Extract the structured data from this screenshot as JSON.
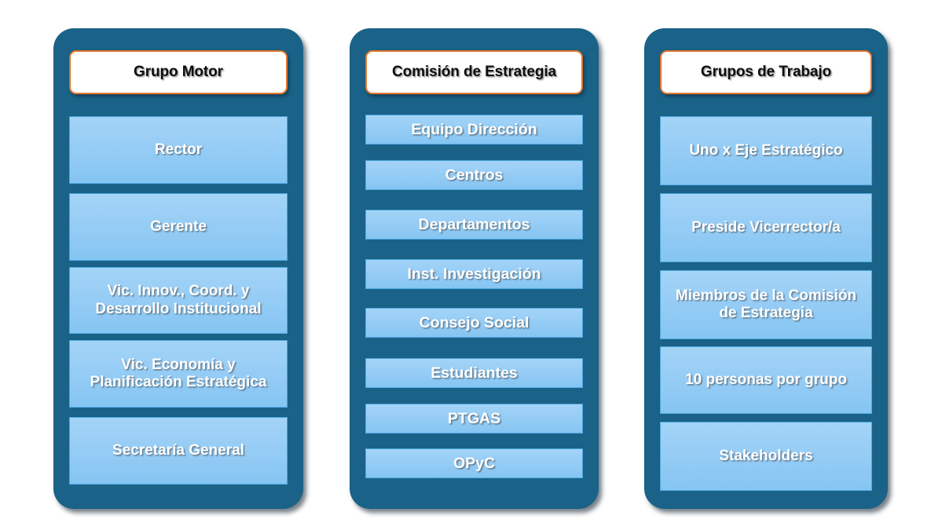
{
  "diagram": {
    "type": "three-column-grouping",
    "background_color": "#FFFFFF",
    "panel_color": "#1A6287",
    "item_fill_top": "#A3D4F7",
    "item_fill_bottom": "#85C5F2",
    "item_border_color": "#4FA8E2",
    "header_border_color": "#E2762C",
    "header_fill": "#FFFFFF",
    "header_text_color": "#0D0D0D",
    "item_text_color": "#FFFFFF"
  },
  "columns": [
    {
      "id": "grupo-motor",
      "header": "Grupo Motor",
      "items": [
        {
          "label": "Rector"
        },
        {
          "label": "Gerente"
        },
        {
          "label": "Vic. Innov., Coord. y Desarrollo Institucional"
        },
        {
          "label": "Vic. Economía y Planificación Estratégica"
        },
        {
          "label": "Secretaría General"
        }
      ]
    },
    {
      "id": "comision-de-estrategia",
      "header": "Comisión de Estrategia",
      "items": [
        {
          "label": "Equipo Dirección"
        },
        {
          "label": "Centros"
        },
        {
          "label": "Departamentos"
        },
        {
          "label": "Inst. Investigación"
        },
        {
          "label": "Consejo Social"
        },
        {
          "label": "Estudiantes"
        },
        {
          "label": "PTGAS"
        },
        {
          "label": "OPyC"
        }
      ]
    },
    {
      "id": "grupos-de-trabajo",
      "header": "Grupos de Trabajo",
      "items": [
        {
          "label": "Uno x Eje Estratégico"
        },
        {
          "label": "Preside Vicerrector/a"
        },
        {
          "label": "Miembros de la Comisión de Estrategia"
        },
        {
          "label": "10 personas por grupo"
        },
        {
          "label": "Stakeholders"
        }
      ]
    }
  ]
}
